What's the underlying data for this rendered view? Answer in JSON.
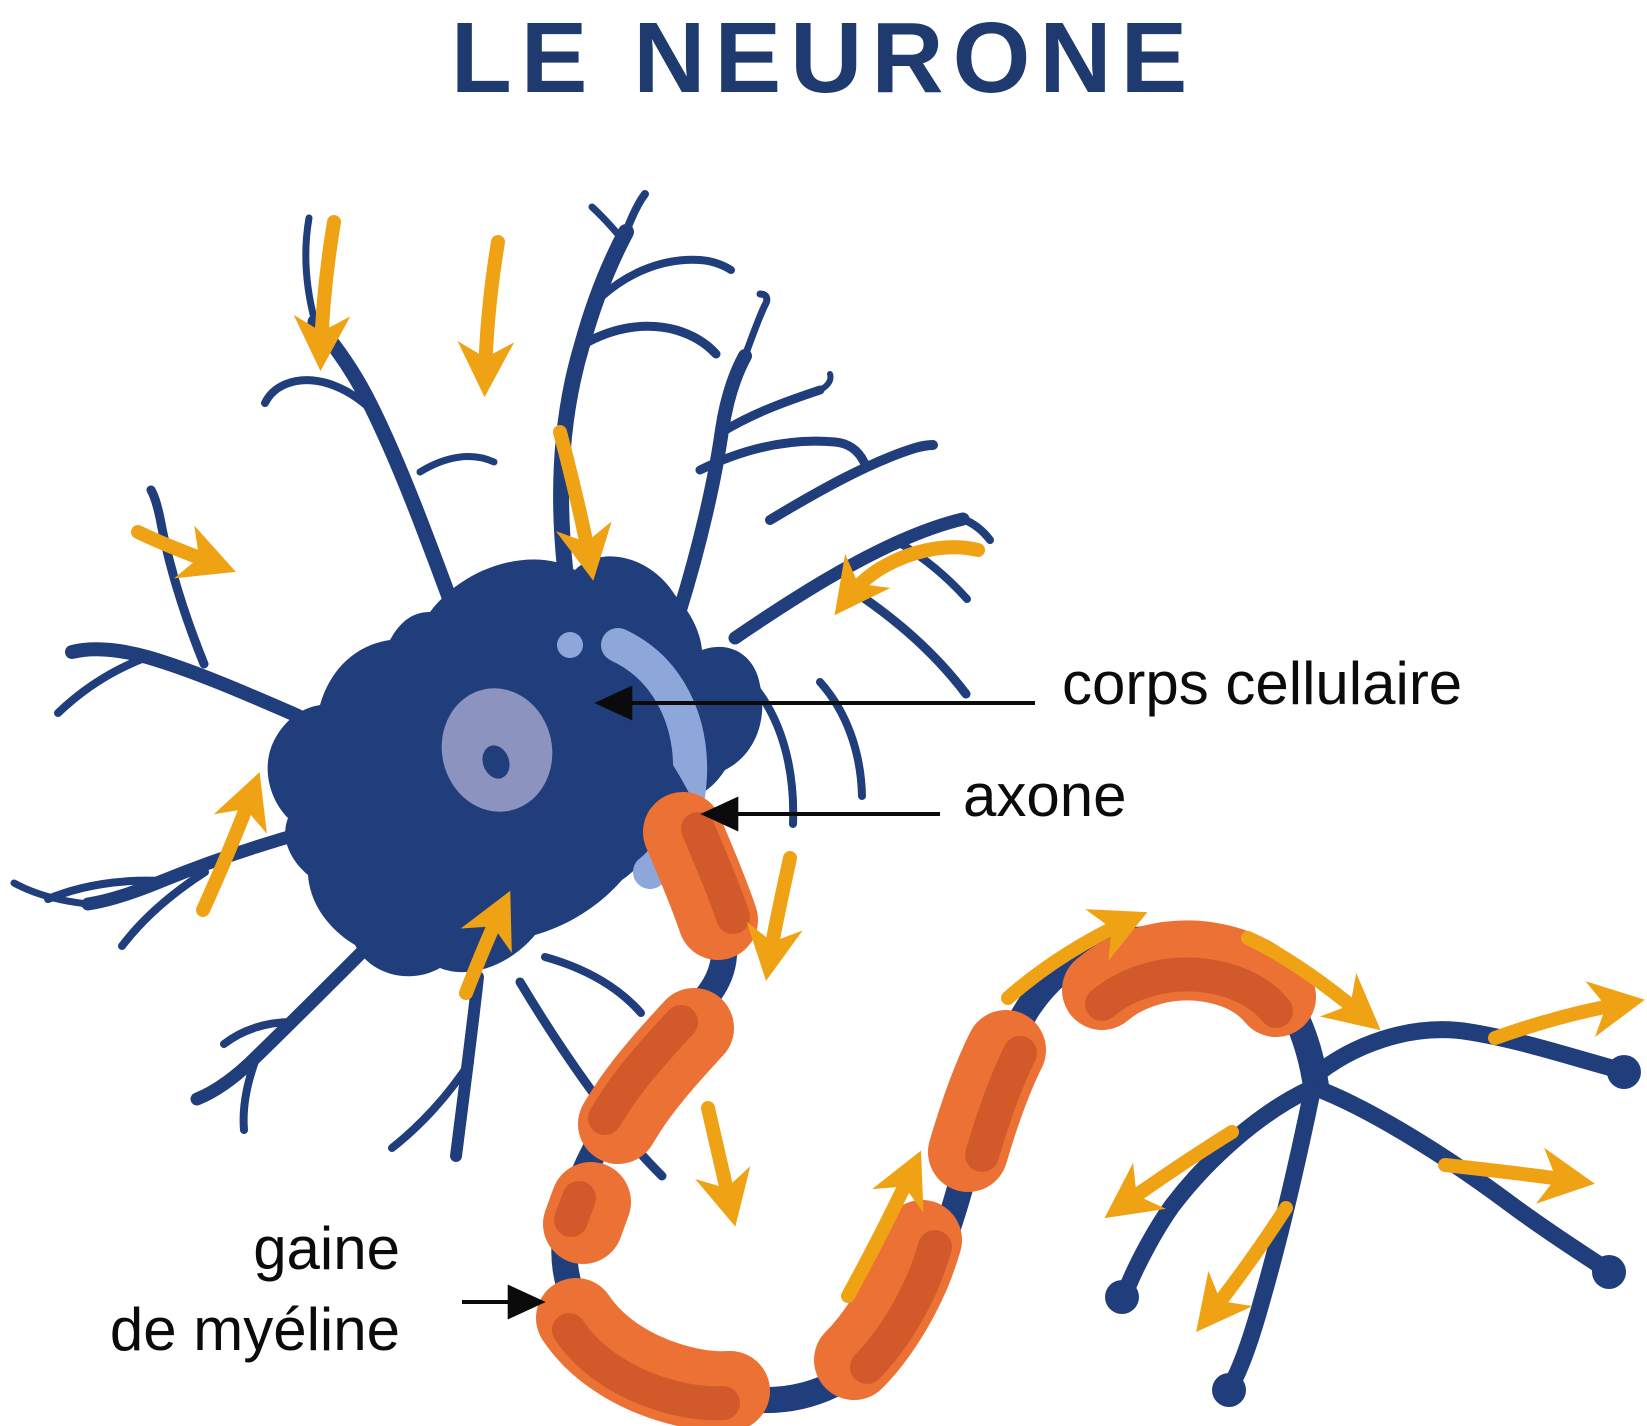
{
  "title": "LE NEURONE",
  "labels": {
    "cell_body": "corps cellulaire",
    "axon": "axone",
    "myelin_line1": "gaine",
    "myelin_line2": "de myéline"
  },
  "colors": {
    "background": "#FFFFFF",
    "navy": "#203D7C",
    "title": "#1E3A6F",
    "nucleus": "#8D93BF",
    "highlight": "#8EA7DA",
    "myelin": "#EB7134",
    "myelin_shade": "#D2592A",
    "signal_arrow": "#F0A215",
    "label_text": "#0B0B0B"
  },
  "diagram": {
    "subject": "neuron anatomy (French)",
    "labeled_parts": [
      "corps cellulaire",
      "axone",
      "gaine de myéline"
    ],
    "unlabeled_elements": [
      "dendrites",
      "noyau",
      "terminaisons axonales",
      "flèches de signal"
    ]
  }
}
